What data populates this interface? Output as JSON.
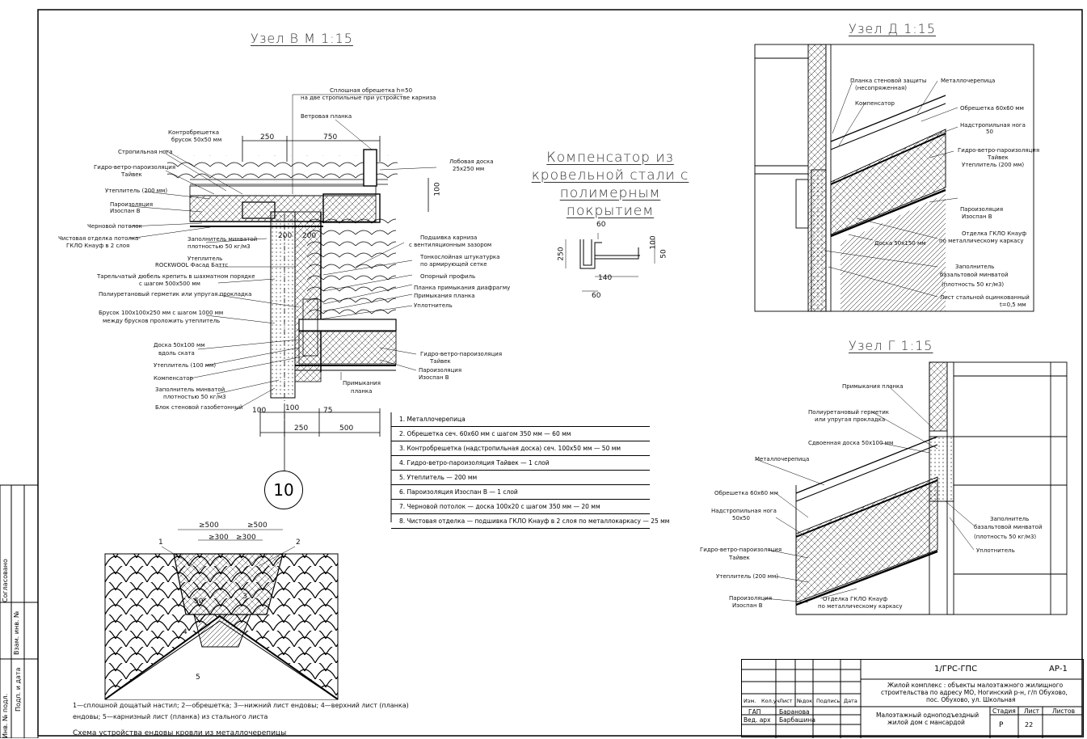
{
  "uzel_v": {
    "title": "Узел  В  М 1:15",
    "labels": [
      "Сплошная обрешетка h=50",
      "на две стропильные при устройстве карниза",
      "Ветровая планка",
      "Контробрешетка",
      "брусок 50х50 мм",
      "Стропильная нога",
      "Гидро-ветро-пароизоляция",
      "Тайвек",
      "Утеплитель (200 мм)",
      "Пароизоляция",
      "Изоспан В",
      "Черновой потолок",
      "Чистовая отделка потолка-",
      "ГКЛО Кнауф в 2 слоя",
      "Заполнитель минватой",
      "плотностью 50 кг/м3",
      "Утеплитель",
      "ROCKWOOL Фасад Баттс",
      "Тарельчатый дюбель крепить в шахматном порядке",
      "с шагом 500х500 мм",
      "Полиуретановый герметик или упругая прокладка",
      "Брусок 100х100х250 мм с шагом 1000 мм",
      "между брусков проложить утеплитель",
      "Доска 50х100 мм",
      "вдоль ската",
      "Утеплитель (100 мм)",
      "Компенсатор",
      "Заполнитель минватой",
      "плотностью 50 кг/м3",
      "Блок стеновой газобетонный",
      "Лобовая доска",
      "25х250 мм",
      "Подшивка карниза",
      "с вентиляционным зазором",
      "Тонкослойная штукатурка",
      "по армирующей сетке",
      "Опорный профиль",
      "Планка примыкания диафрагму",
      "Примыкания планка",
      "Уплотнитель",
      "Гидро-ветро-пароизоляция",
      "Тайвек",
      "Пароизоляция",
      "Изоспан В",
      "Примыкания",
      "планка"
    ],
    "dims": [
      "250",
      "750",
      "100",
      "200",
      "200",
      "100",
      "100",
      "75",
      "250",
      "500"
    ],
    "axis_mark": "10"
  },
  "compensator": {
    "title_lines": [
      "Компенсатор из",
      "кровельной стали с",
      "полимерным покрытием"
    ],
    "dims": [
      "60",
      "250",
      "100",
      "50",
      "140",
      "60"
    ]
  },
  "legend": [
    "1.  Металлочерепица",
    "2.  Обрешетка сеч. 60х60 мм с шагом 350 мм — 60 мм",
    "3.  Контробрешетка (надстропильная доска) сеч. 100х50 мм — 50 мм",
    "4.  Гидро-ветро-пароизоляция Тайвек  — 1 слой",
    "5.  Утеплитель — 200 мм",
    "6.  Пароизоляция Изоспан В — 1 слой",
    "7.  Черновой потолок — доска 100х20 с шагом 350 мм — 20 мм",
    "8.  Чистовая отделка — подшивка ГКЛО Кнауф в 2 слоя по металлокаркасу — 25 мм"
  ],
  "uzel_d": {
    "title": "Узел  Д 1:15",
    "labels": [
      "Планка стеновой защиты",
      "(несопряженная)",
      "Компенсатор",
      "Металлочерепица",
      "Обрешетка 60х60 мм",
      "Надстропильная нога",
      "50",
      "Гидро-ветро-пароизоляция",
      "Тайвек",
      "Утеплитель (200 мм)",
      "Пароизоляция",
      "Изоспан В",
      "Отделка ГКЛО Кнауф",
      "по металлическому каркасу",
      "Доска 50х150 мм",
      "Заполнитель",
      "базальтовой минватой",
      "(плотность 50 кг/м3)",
      "Лист стальной оцинкованный",
      "t=0,5 мм"
    ]
  },
  "uzel_g": {
    "title": "Узел  Г 1:15",
    "labels": [
      "Примыкания планка",
      "Полиуретановый герметик",
      "или упругая прокладка",
      "Сдвоенная доска 50х100 мм",
      "Металлочерепица",
      "Обрешетка 60х60 мм",
      "Надстропильная нога",
      "50х50",
      "Гидро-ветро-пароизоляция",
      "Тайвек",
      "Утеплитель (200 мм)",
      "Пароизоляция",
      "Изоспан В",
      "Отделка ГКЛО Кнауф",
      "по металлическому каркасу",
      "Заполнитель",
      "базальтовой минватой",
      "(плотность 50 кг/м3)",
      "Уплотнитель"
    ]
  },
  "endova": {
    "callouts": [
      "1",
      "2",
      "3",
      "4",
      "5",
      "≥500",
      "≥500",
      "≥300",
      "≥300",
      "50"
    ],
    "notes": [
      "1—сплошной дощатый настил; 2—обрешетка; 3—нижний лист ендовы; 4—верхний лист (планка)",
      "ендовы; 5—карнизный лист (планка) из стального листа"
    ],
    "caption": "Схема устройства ендовы кровли из металлочерепицы"
  },
  "side_stamp": [
    "Согласовано",
    "Взам. инв. №",
    "Подп. и дата",
    "Инв. № подл."
  ],
  "title_block": {
    "code": "1/ГРС-ГПС",
    "sheet_code": "АР-1",
    "project_lines": [
      "Жилой комплекс : объекты малоэтажного жилищного",
      "строительства по адресу МО, Ногинский р-н, г/п Обухово,",
      "пос. Обухово, ул. Школьная"
    ],
    "columns": [
      "Изм.",
      "Кол.уч",
      "Лист",
      "№док",
      "Подпись",
      "Дата"
    ],
    "roles": [
      {
        "role": "ГАП",
        "name": "Баранова"
      },
      {
        "role": "Вед. арх",
        "name": "Барбашина"
      }
    ],
    "building_lines": [
      "Малоэтажный одноподъездный",
      "жилой дом с мансардой"
    ],
    "stage_header": "Стадия",
    "sheet_header": "Лист",
    "sheets_header": "Листов",
    "stage": "Р",
    "sheet": "22",
    "sheets": ""
  }
}
